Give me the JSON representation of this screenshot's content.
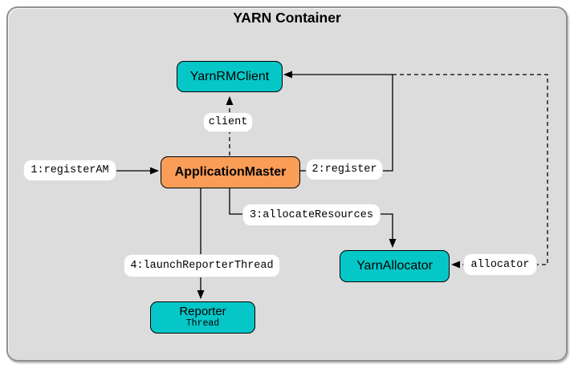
{
  "title": "YARN Container",
  "colors": {
    "container_fill": "#dcdcdc",
    "container_border": "#919191",
    "node_teal": "#06c7c7",
    "node_orange": "#f99d57",
    "label_pill": "#ffffff",
    "line": "#000000"
  },
  "nodes": {
    "yarn_rm_client": {
      "label": "YarnRMClient"
    },
    "application_master": {
      "label": "ApplicationMaster"
    },
    "yarn_allocator": {
      "label": "YarnAllocator"
    },
    "reporter": {
      "label": "Reporter",
      "sublabel": "Thread"
    }
  },
  "edges": {
    "register_am": {
      "label": "1:registerAM",
      "style": "solid",
      "from": "external-left",
      "to": "application_master"
    },
    "client": {
      "label": "client",
      "style": "dashed",
      "from": "application_master",
      "to": "yarn_rm_client"
    },
    "register": {
      "label": "2:register",
      "style": "solid",
      "from": "application_master",
      "to": "yarn_rm_client"
    },
    "allocate_resources": {
      "label": "3:allocateResources",
      "style": "solid",
      "from": "application_master",
      "to": "yarn_allocator"
    },
    "launch_reporter_thread": {
      "label": "4:launchReporterThread",
      "style": "solid",
      "from": "application_master",
      "to": "reporter"
    },
    "allocator": {
      "label": "allocator",
      "style": "dashed",
      "from": "yarn_rm_client-junction",
      "to": "yarn_allocator"
    }
  }
}
